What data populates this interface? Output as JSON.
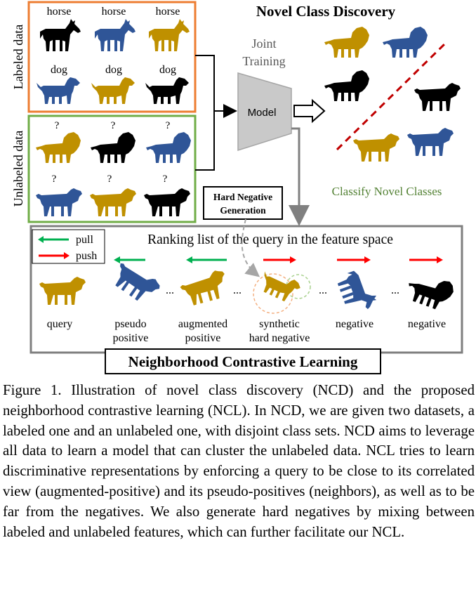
{
  "figure": {
    "title": "Novel Class Discovery",
    "labeled_group_label": "Labeled data",
    "unlabeled_group_label": "Unlabeled data",
    "labeled_row1_class": "horse",
    "labeled_row2_class": "dog",
    "unknown_mark": "?",
    "joint_training_line1": "Joint",
    "joint_training_line2": "Training",
    "model_label": "Model",
    "classify_label": "Classify Novel Classes",
    "hard_negative_line1": "Hard Negative",
    "hard_negative_line2": "Generation",
    "ranking_title": "Ranking list of the query in the feature space",
    "legend_pull": "pull",
    "legend_push": "push",
    "ranking_items": [
      {
        "line1": "query",
        "line2": ""
      },
      {
        "line1": "pseudo",
        "line2": "positive"
      },
      {
        "line1": "augmented",
        "line2": "positive"
      },
      {
        "line1": "synthetic",
        "line2": "hard negative"
      },
      {
        "line1": "negative",
        "line2": ""
      },
      {
        "line1": "negative",
        "line2": ""
      }
    ],
    "ellipsis": "...",
    "ncl_banner": "Neighborhood Contrastive Learning",
    "colors": {
      "labeled_border": "#ED7D31",
      "unlabeled_border": "#70AD47",
      "green_text": "#548235",
      "pull": "#00B050",
      "push": "#FF0000",
      "gold": "#BF9000",
      "blue": "#2F5597",
      "black": "#000000",
      "model_fill": "#C9C9C9",
      "joint_text": "#595959"
    }
  },
  "caption": "Figure 1. Illustration of novel class discovery (NCD) and the proposed neighborhood contrastive learning (NCL). In NCD, we are given two datasets, a labeled one and an unlabeled one, with disjoint class sets. NCD aims to leverage all data to learn a model that can cluster the unlabeled data. NCL tries to learn discriminative representations by enforcing a query to be close to its correlated view (augmented-positive) and its pseudo-positives (neighbors), as well as to be far from the negatives. We also generate hard negatives by mixing between labeled and unlabeled features, which can further facilitate our NCL."
}
